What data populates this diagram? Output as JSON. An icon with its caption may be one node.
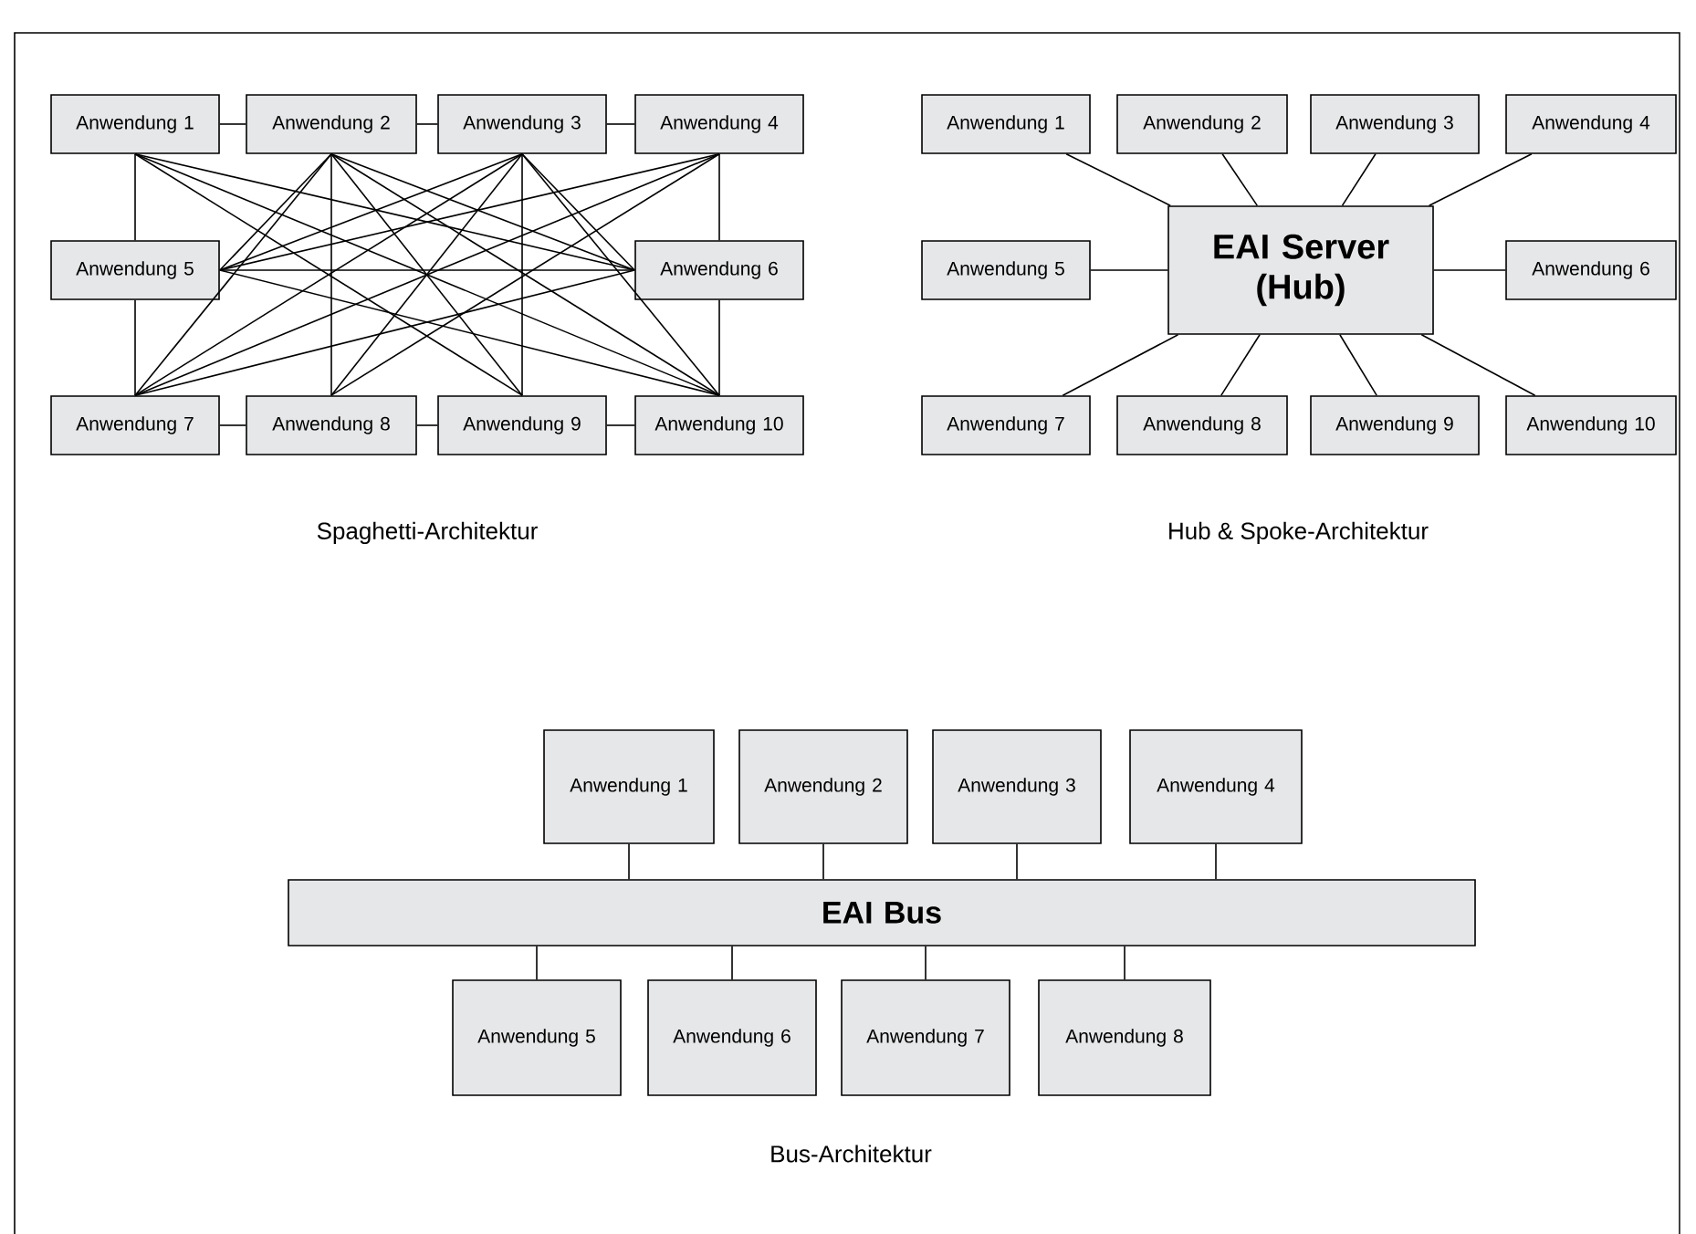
{
  "diagram": {
    "nodes": [
      {
        "text": [
          "Anwendung 1"
        ]
      },
      {
        "text": [
          "Anwendung 2"
        ]
      },
      {
        "text": [
          "Anwendung 3"
        ]
      },
      {
        "text": [
          "Anwendung 4"
        ]
      },
      {
        "text": [
          "Anwendung 5"
        ]
      },
      {
        "text": [
          "Anwendung 6"
        ]
      },
      {
        "text": [
          "Anwendung 7"
        ]
      },
      {
        "text": [
          "Anwendung 8"
        ]
      },
      {
        "text": [
          "Anwendung 9"
        ]
      },
      {
        "text": [
          "Anwendung 10"
        ]
      },
      {
        "text": [
          "Anwendung 1"
        ]
      },
      {
        "text": [
          "Anwendung 2"
        ]
      },
      {
        "text": [
          "Anwendung 3"
        ]
      },
      {
        "text": [
          "Anwendung 4"
        ]
      },
      {
        "text": [
          "EAI Server (Hub)"
        ]
      },
      {
        "text": [
          "Anwendung 5"
        ]
      },
      {
        "text": [
          "Anwendung 6"
        ]
      },
      {
        "text": [
          "Anwendung 7"
        ]
      },
      {
        "text": [
          "Anwendung 8"
        ]
      },
      {
        "text": [
          "Anwendung 9"
        ]
      },
      {
        "text": [
          "Anwendung 10"
        ]
      },
      {
        "text": [
          "Anwendung 1"
        ]
      },
      {
        "text": [
          "Anwendung 2"
        ]
      },
      {
        "text": [
          "Anwendung 3"
        ]
      },
      {
        "text": [
          "Anwendung 4"
        ]
      },
      {
        "text": [
          "EAI Bus"
        ]
      },
      {
        "text": [
          "Anwendung 5"
        ]
      },
      {
        "text": [
          "Anwendung 6"
        ]
      },
      {
        "text": [
          "Anwendung 7"
        ]
      },
      {
        "text": [
          "Anwendung 8"
        ]
      }
    ],
    "edges": [
      {
        "from": 0,
        "to": 1,
        "arrow": "none"
      },
      {
        "from": 1,
        "to": 2,
        "arrow": "none"
      },
      {
        "from": 2,
        "to": 3,
        "arrow": "none"
      },
      {
        "from": 0,
        "to": 4,
        "arrow": "none"
      },
      {
        "from": 3,
        "to": 5,
        "arrow": "none"
      },
      {
        "from": 4,
        "to": 5,
        "arrow": "none"
      },
      {
        "from": 4,
        "to": 6,
        "arrow": "none"
      },
      {
        "from": 5,
        "to": 9,
        "arrow": "none"
      },
      {
        "from": 6,
        "to": 7,
        "arrow": "none"
      },
      {
        "from": 7,
        "to": 8,
        "arrow": "none"
      },
      {
        "from": 8,
        "to": 9,
        "arrow": "none"
      },
      {
        "from": 1,
        "to": 7,
        "arrow": "none"
      },
      {
        "from": 2,
        "to": 8,
        "arrow": "none"
      },
      {
        "from": 0,
        "to": 5,
        "arrow": "none"
      },
      {
        "from": 0,
        "to": 8,
        "arrow": "none"
      },
      {
        "from": 0,
        "to": 9,
        "arrow": "none"
      },
      {
        "from": 1,
        "to": 4,
        "arrow": "none"
      },
      {
        "from": 1,
        "to": 5,
        "arrow": "none"
      },
      {
        "from": 1,
        "to": 6,
        "arrow": "none"
      },
      {
        "from": 1,
        "to": 8,
        "arrow": "none"
      },
      {
        "from": 1,
        "to": 9,
        "arrow": "none"
      },
      {
        "from": 2,
        "to": 4,
        "arrow": "none"
      },
      {
        "from": 2,
        "to": 5,
        "arrow": "none"
      },
      {
        "from": 2,
        "to": 6,
        "arrow": "none"
      },
      {
        "from": 2,
        "to": 7,
        "arrow": "none"
      },
      {
        "from": 2,
        "to": 9,
        "arrow": "none"
      },
      {
        "from": 3,
        "to": 4,
        "arrow": "none"
      },
      {
        "from": 3,
        "to": 6,
        "arrow": "none"
      },
      {
        "from": 3,
        "to": 7,
        "arrow": "none"
      },
      {
        "from": 4,
        "to": 9,
        "arrow": "none"
      },
      {
        "from": 5,
        "to": 6,
        "arrow": "none"
      },
      {
        "from": 14,
        "to": 10,
        "arrow": "none"
      },
      {
        "from": 14,
        "to": 11,
        "arrow": "none"
      },
      {
        "from": 14,
        "to": 12,
        "arrow": "none"
      },
      {
        "from": 14,
        "to": 13,
        "arrow": "none"
      },
      {
        "from": 14,
        "to": 15,
        "arrow": "none"
      },
      {
        "from": 14,
        "to": 16,
        "arrow": "none"
      },
      {
        "from": 14,
        "to": 17,
        "arrow": "none"
      },
      {
        "from": 14,
        "to": 18,
        "arrow": "none"
      },
      {
        "from": 14,
        "to": 19,
        "arrow": "none"
      },
      {
        "from": 14,
        "to": 20,
        "arrow": "none"
      },
      {
        "from": 21,
        "to": 25,
        "arrow": "none"
      },
      {
        "from": 22,
        "to": 25,
        "arrow": "none"
      },
      {
        "from": 23,
        "to": 25,
        "arrow": "none"
      },
      {
        "from": 24,
        "to": 25,
        "arrow": "none"
      },
      {
        "from": 25,
        "to": 26,
        "arrow": "none"
      },
      {
        "from": 25,
        "to": 27,
        "arrow": "none"
      },
      {
        "from": 25,
        "to": 28,
        "arrow": "none"
      },
      {
        "from": 25,
        "to": 29,
        "arrow": "none"
      }
    ],
    "labels": [
      "Spaghetti-Architektur",
      "Hub & Spoke-Architektur",
      "Bus-Architektur"
    ]
  }
}
